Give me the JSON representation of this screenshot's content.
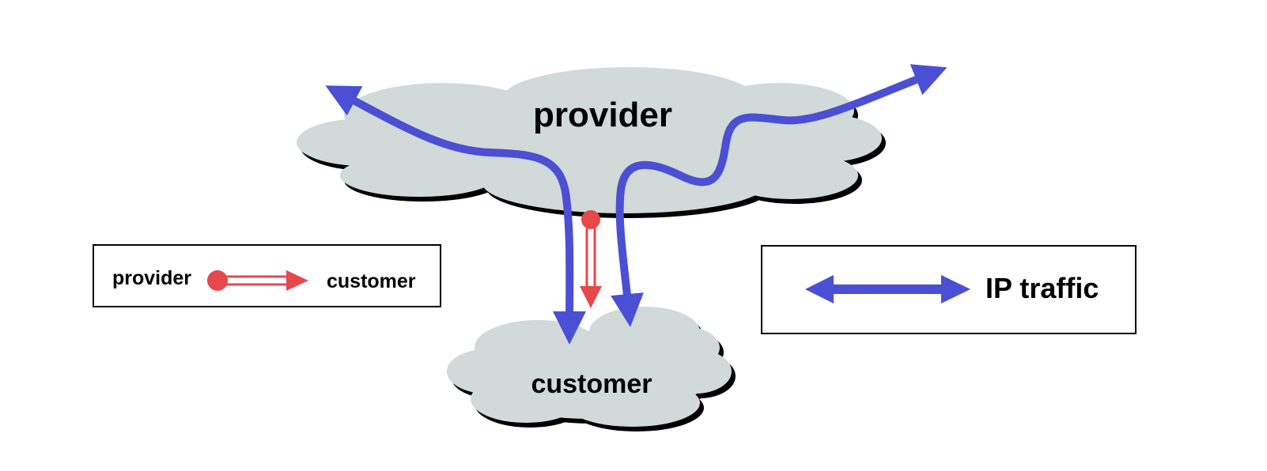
{
  "clouds": {
    "provider_label": "provider",
    "customer_label": "customer"
  },
  "legend_relationship": {
    "from_label": "provider",
    "to_label": "customer"
  },
  "legend_traffic": {
    "label": "IP traffic"
  },
  "colors": {
    "cloud_fill": "#d1d9d9",
    "cloud_shadow": "#000000",
    "traffic_arrow": "#4a4fd4",
    "relationship_arrow": "#e8474c"
  }
}
